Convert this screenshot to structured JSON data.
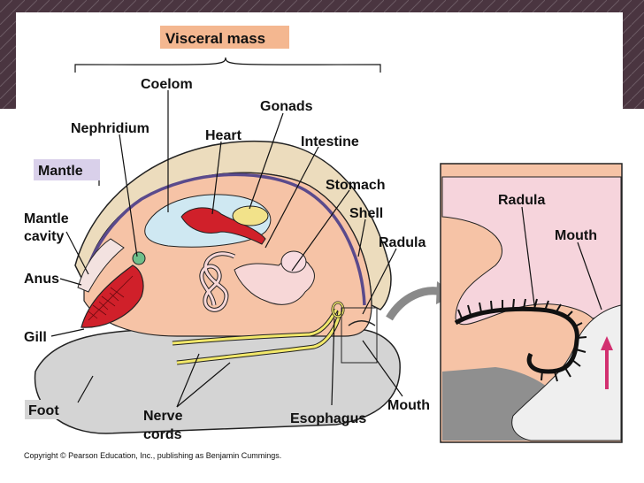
{
  "labels": {
    "visceral_mass": "Visceral mass",
    "coelom": "Coelom",
    "gonads": "Gonads",
    "nephridium": "Nephridium",
    "heart": "Heart",
    "intestine": "Intestine",
    "stomach": "Stomach",
    "mantle": "Mantle",
    "mantle_cavity_line1": "Mantle",
    "mantle_cavity_line2": "cavity",
    "shell": "Shell",
    "radula": "Radula",
    "anus": "Anus",
    "gill": "Gill",
    "foot": "Foot",
    "nerve_cords_line1": "Nerve",
    "nerve_cords_line2": "cords",
    "esophagus": "Esophagus",
    "mouth": "Mouth",
    "inset_radula": "Radula",
    "inset_mouth": "Mouth"
  },
  "copyright": "Copyright © Pearson Education, Inc., publishing as Benjamin Cummings.",
  "colors": {
    "background_band": "#4a3540",
    "body_tissue": "#f6c3a6",
    "shell": "#e9d8b6",
    "mantle_line": "#5a4a8c",
    "coelom": "#cfe8f2",
    "foot": "#d4d4d4",
    "gill": "#d0202a",
    "nerve": "#f2e86a",
    "label_box": "#f4b790",
    "mantle_box": "#d9d0ea",
    "arrow": "#d23070"
  }
}
